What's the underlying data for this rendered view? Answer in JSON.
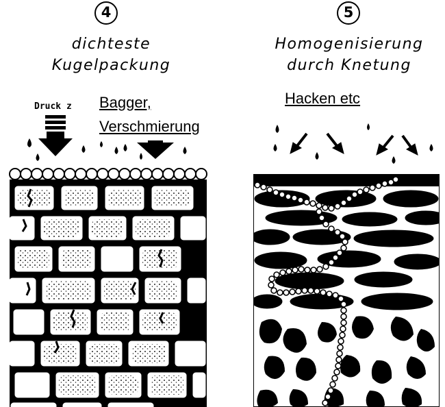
{
  "panel_left": {
    "number": "4",
    "title_line1": "dichteste",
    "title_line2": "Kugelpackung",
    "pressure_label": "Druck z",
    "method_line1": "Bagger,",
    "method_line2": "Verschmierung"
  },
  "panel_right": {
    "number": "5",
    "title_line1": "Homogenisierung",
    "title_line2": "durch Knetung",
    "method": "Hacken etc"
  }
}
